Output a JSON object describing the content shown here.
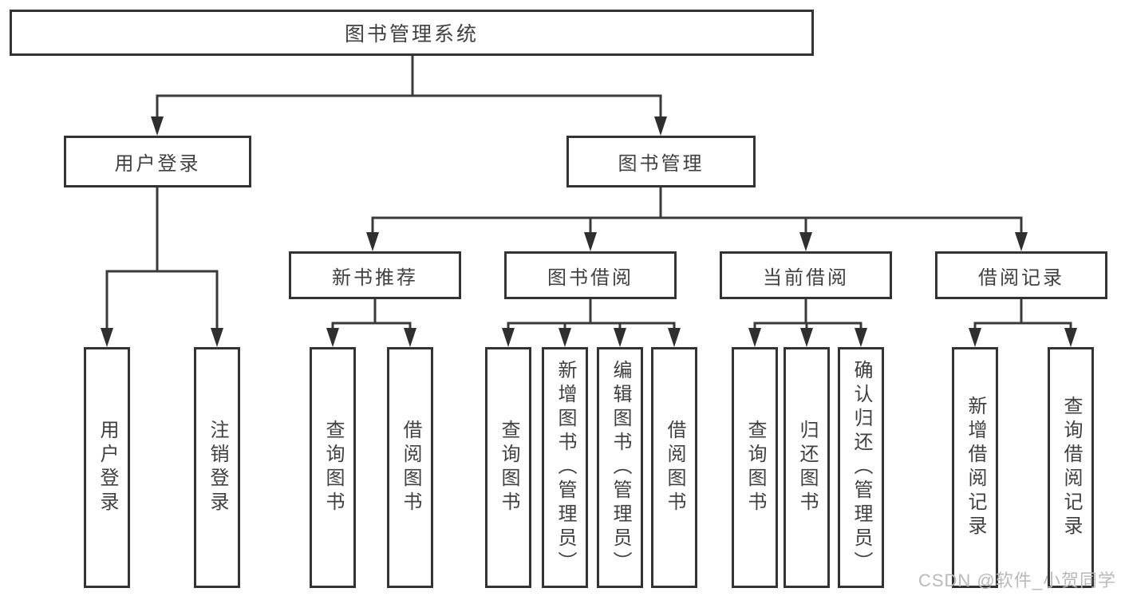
{
  "diagram_title": "图书管理系统",
  "nodes": {
    "root": "图书管理系统",
    "user_login": "用户登录",
    "book_mgmt": "图书管理",
    "new_book_rec": "新书推荐",
    "book_borrow": "图书借阅",
    "current_borrow": "当前借阅",
    "borrow_record": "借阅记录",
    "leaf_login": "用户登录",
    "leaf_logout": "注销登录",
    "leaf_rec_query": "查询图书",
    "leaf_rec_borrow": "借阅图书",
    "leaf_bb_query": "查询图书",
    "leaf_bb_add": "新增图书（管理员）",
    "leaf_bb_edit": "编辑图书（管理员）",
    "leaf_bb_borrow": "借阅图书",
    "leaf_cb_query": "查询图书",
    "leaf_cb_return": "归还图书",
    "leaf_cb_confirm": "确认归还（管理员）",
    "leaf_br_add": "新增借阅记录",
    "leaf_br_query": "查询借阅记录"
  },
  "watermark": "CSDN @软件_小贺同学",
  "colors": {
    "line": "#3a3a3a",
    "box_border": "#333333",
    "text": "#404040",
    "watermark": "#b9b9b9",
    "background": "#ffffff"
  }
}
